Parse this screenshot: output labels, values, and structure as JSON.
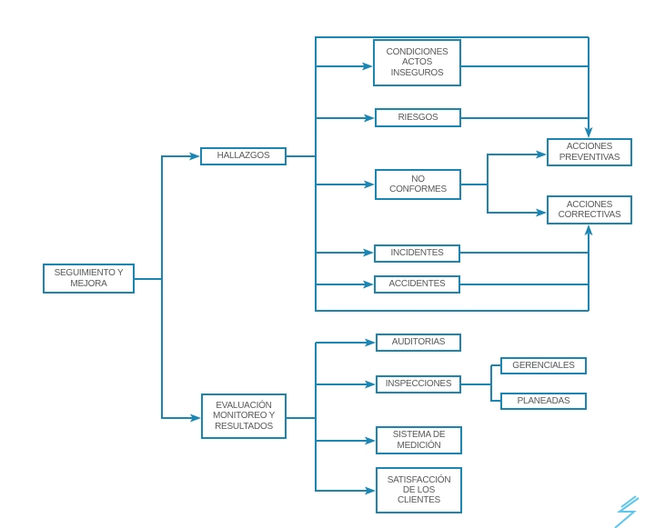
{
  "diagram": {
    "colors": {
      "line": "#1a86b4",
      "box_border": "#1a86b4",
      "box_fill": "#ffffff",
      "text": "#58595b",
      "watermark": "#5cc6ee"
    },
    "nodes": {
      "seguimiento": {
        "label": "SEGUIMIENTO Y\nMEJORA"
      },
      "hallazgos": {
        "label": "HALLAZGOS"
      },
      "evaluacion": {
        "label": "EVALUACIÓN\nMONITOREO Y\nRESULTADOS"
      },
      "condiciones": {
        "label": "CONDICIONES\nACTOS\nINSEGUROS"
      },
      "riesgos": {
        "label": "RIESGOS"
      },
      "no_conformes": {
        "label": "NO\nCONFORMES"
      },
      "acciones_preventivas": {
        "label": "ACCIONES\nPREVENTIVAS"
      },
      "acciones_correctivas": {
        "label": "ACCIONES\nCORRECTIVAS"
      },
      "incidentes": {
        "label": "INCIDENTES"
      },
      "accidentes": {
        "label": "ACCIDENTES"
      },
      "auditorias": {
        "label": "AUDITORIAS"
      },
      "inspecciones": {
        "label": "INSPECCIONES"
      },
      "gerenciales": {
        "label": "GERENCIALES"
      },
      "planeadas": {
        "label": "PLANEADAS"
      },
      "sistema_medicion": {
        "label": "SISTEMA DE\nMEDICIÓN"
      },
      "satisfaccion_clientes": {
        "label": "SATISFACCIÓN\nDE LOS\nCLIENTES"
      }
    },
    "edges": [
      {
        "from": "seguimiento",
        "to": "hallazgos"
      },
      {
        "from": "seguimiento",
        "to": "evaluacion"
      },
      {
        "from": "hallazgos",
        "to": "condiciones"
      },
      {
        "from": "hallazgos",
        "to": "riesgos"
      },
      {
        "from": "hallazgos",
        "to": "no_conformes"
      },
      {
        "from": "hallazgos",
        "to": "incidentes"
      },
      {
        "from": "hallazgos",
        "to": "accidentes"
      },
      {
        "from": "condiciones",
        "to": "acciones_preventivas"
      },
      {
        "from": "riesgos",
        "to": "acciones_preventivas"
      },
      {
        "from": "no_conformes",
        "to": "acciones_preventivas"
      },
      {
        "from": "no_conformes",
        "to": "acciones_correctivas"
      },
      {
        "from": "incidentes",
        "to": "acciones_correctivas"
      },
      {
        "from": "accidentes",
        "to": "acciones_correctivas"
      },
      {
        "from": "evaluacion",
        "to": "auditorias"
      },
      {
        "from": "evaluacion",
        "to": "inspecciones"
      },
      {
        "from": "evaluacion",
        "to": "sistema_medicion"
      },
      {
        "from": "evaluacion",
        "to": "satisfaccion_clientes"
      },
      {
        "from": "inspecciones",
        "to": "gerenciales"
      },
      {
        "from": "inspecciones",
        "to": "planeadas"
      }
    ]
  }
}
